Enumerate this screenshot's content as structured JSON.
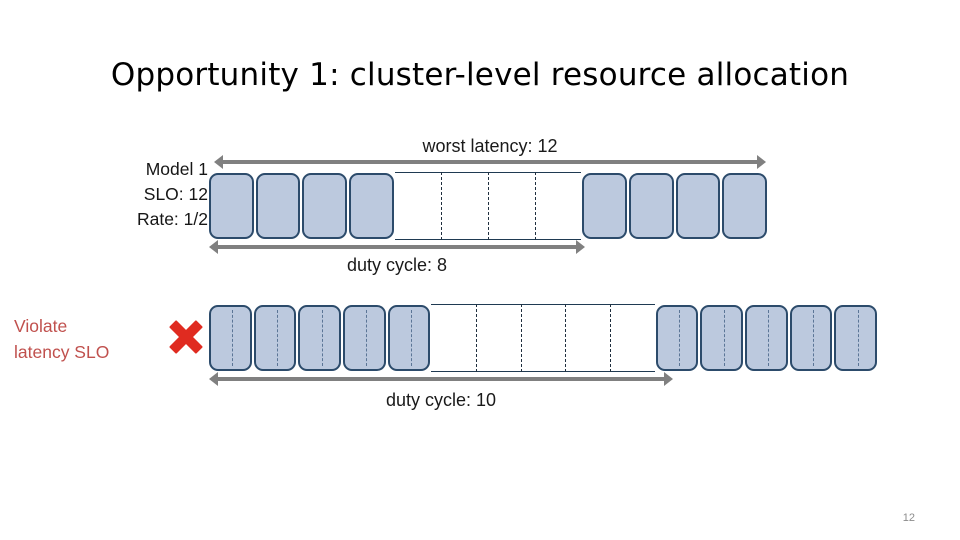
{
  "slide": {
    "title": "Opportunity 1: cluster-level resource allocation",
    "page_number": "12",
    "background_color": "#ffffff"
  },
  "colors": {
    "cell_fill": "#bcc9de",
    "cell_border": "#2c4b6b",
    "arrow": "#808080",
    "violate_text": "#c0504d",
    "x_mark": "#e02b20",
    "page_number": "#8c8c8c",
    "title_text": "#000000"
  },
  "rows": [
    {
      "id": "row-1",
      "label_lines": [
        "Model 1",
        "SLO: 12",
        "Rate: 1/2"
      ],
      "label_color": "#161616",
      "top_arrow": {
        "caption": "worst latency: 12",
        "value": 12,
        "units": "slots"
      },
      "bottom_arrow": {
        "caption": "duty cycle: 8",
        "value": 8,
        "units": "slots"
      },
      "total_slots": 12,
      "filled_leading": 4,
      "empty_middle": 4,
      "filled_trailing": 4,
      "cell_subdivisions": 1
    },
    {
      "id": "row-2",
      "label_lines": [
        "Violate",
        "latency SLO"
      ],
      "label_color": "#c0504d",
      "marker": "x-mark",
      "bottom_arrow": {
        "caption": "duty cycle: 10",
        "value": 10,
        "units": "slots"
      },
      "total_slots": 15,
      "filled_leading": 5,
      "empty_middle": 5,
      "filled_trailing": 5,
      "cell_subdivisions": 2
    }
  ]
}
